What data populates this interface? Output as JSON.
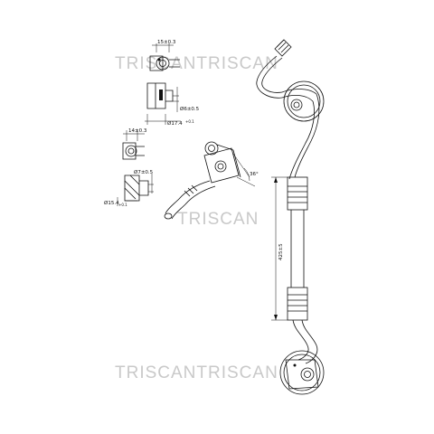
{
  "watermark": {
    "top": "TRISCANTRISCAN",
    "middle": "TRISCAN",
    "bottom": "TRISCANTRISCAN"
  },
  "dimensions": {
    "top_fitting_width": "15±0.3",
    "top_fitting_bore": "Ø6±0.5",
    "top_fitting_diameter": "Ø17.4",
    "top_fitting_diameter_tol": "+0.1",
    "mid_fitting_width": "14±0.3",
    "mid_fitting_bore": "Ø7±0.5",
    "mid_fitting_diameter": "Ø15.4",
    "mid_fitting_diameter_tol": "+0.1",
    "angle": "36°",
    "hose_length": "425±5"
  }
}
